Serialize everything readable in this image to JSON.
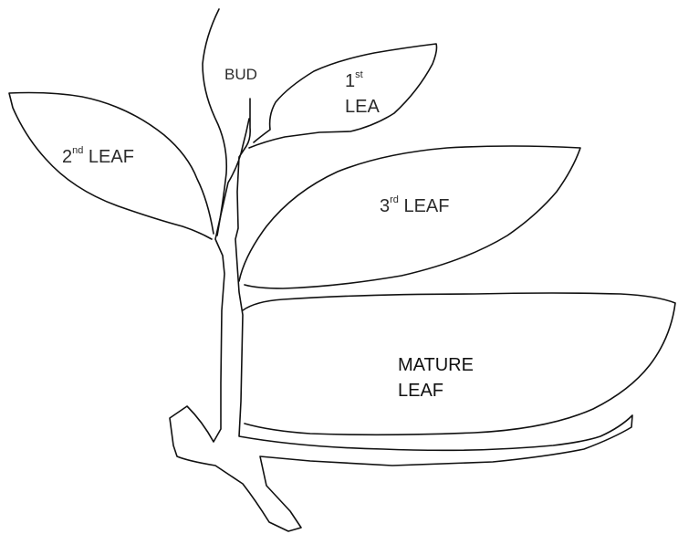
{
  "labels": {
    "bud": "BUD",
    "first_leaf": {
      "ordinal": "1",
      "suffix": "st",
      "name": "LEA"
    },
    "second_leaf": {
      "ordinal": "2",
      "suffix": "nd",
      "name": " LEAF"
    },
    "third_leaf": {
      "ordinal": "3",
      "suffix": "rd",
      "name": " LEAF"
    },
    "mature_leaf": {
      "line1": "MATURE",
      "line2": "LEAF"
    }
  },
  "colors": {
    "stroke": "#111111",
    "text": "#2b2b2b",
    "background": "#ffffff"
  }
}
